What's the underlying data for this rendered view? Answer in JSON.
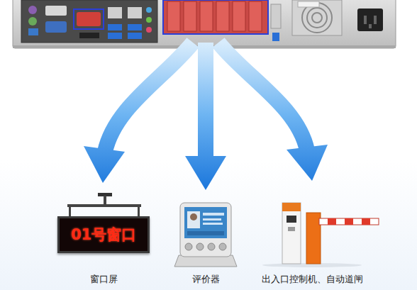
{
  "diagram": {
    "nodes": [
      {
        "text": [
          "01号窗口",
          "窗口屏"
        ]
      },
      {
        "text": [
          "评价器"
        ]
      },
      {
        "text": [
          "出入口控制机、自动道闸"
        ]
      }
    ]
  }
}
